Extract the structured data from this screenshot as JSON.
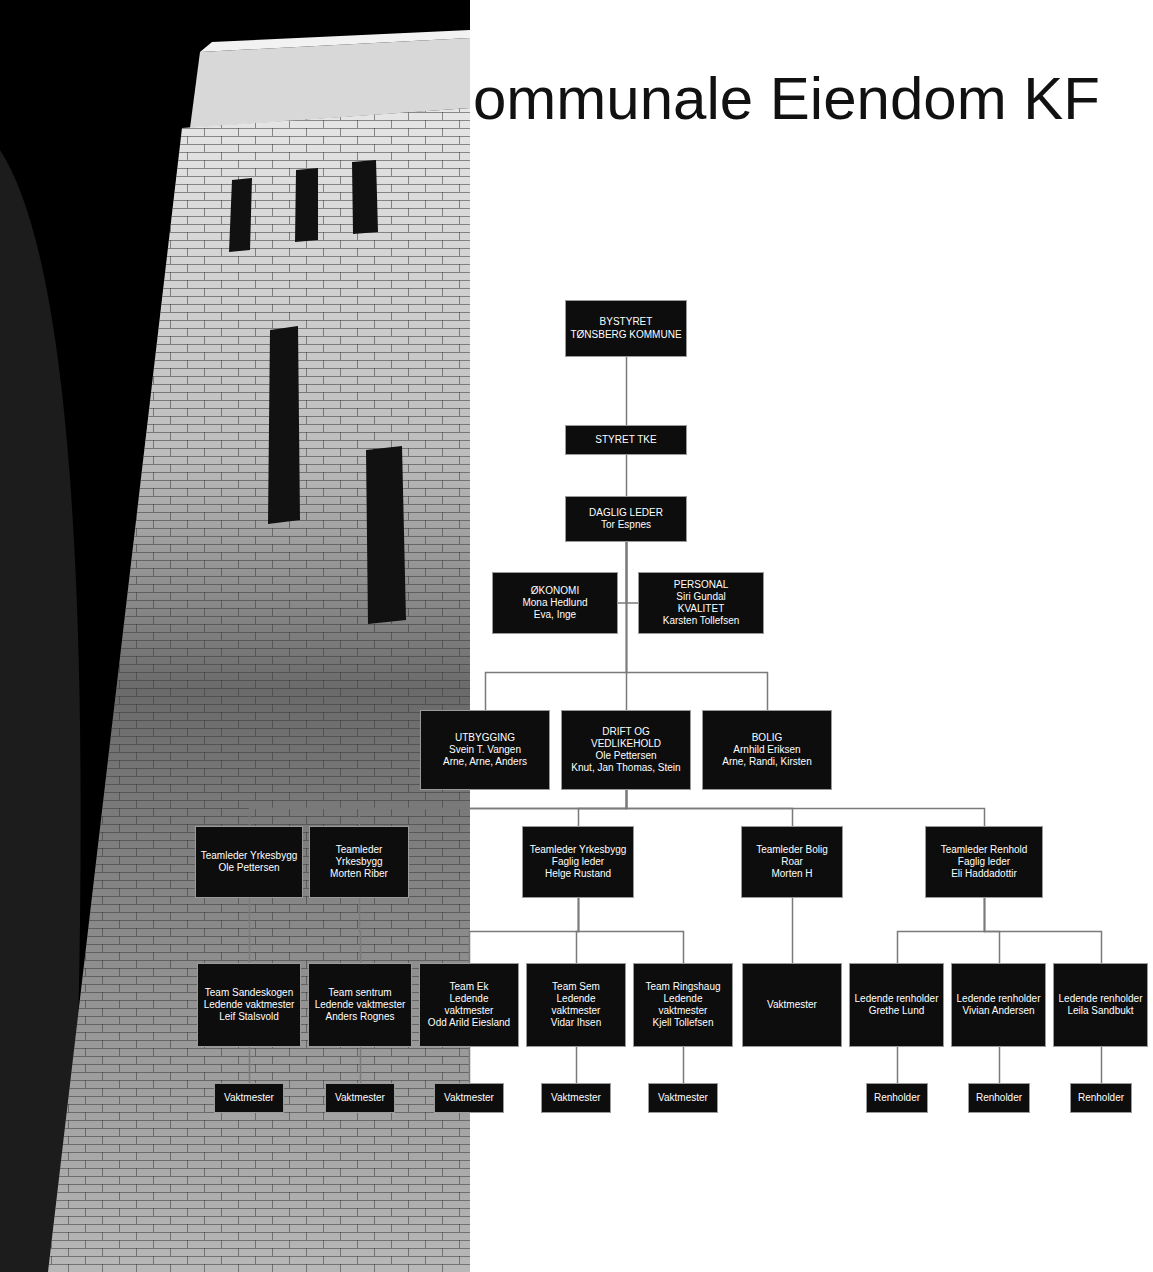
{
  "diagram": {
    "title": "ommunale Eiendom KF",
    "nodes": [
      {
        "text": [
          "BYSTYRET",
          "TØNSBERG KOMMUNE"
        ]
      },
      {
        "text": [
          "STYRET TKE"
        ]
      },
      {
        "text": [
          "DAGLIG LEDER",
          "Tor Espnes"
        ]
      },
      {
        "text": [
          "ØKONOMI",
          "Mona Hedlund",
          "Eva, Inge"
        ]
      },
      {
        "text": [
          "PERSONAL",
          "Siri Gundal",
          "KVALITET",
          "Karsten Tollefsen"
        ]
      },
      {
        "text": [
          "UTBYGGING",
          "Svein T. Vangen",
          "Arne, Arne, Anders"
        ]
      },
      {
        "text": [
          "DRIFT OG VEDLIKEHOLD",
          "Ole Pettersen",
          "Knut, Jan Thomas, Stein"
        ]
      },
      {
        "text": [
          "BOLIG",
          "Arnhild Eriksen",
          "Arne, Randi, Kirsten"
        ]
      },
      {
        "text": [
          "Teamleder Yrkesbygg",
          "Ole Pettersen"
        ]
      },
      {
        "text": [
          "Teamleder Yrkesbygg",
          "Morten Riber"
        ]
      },
      {
        "text": [
          "Teamleder Yrkesbygg",
          "Faglig leder",
          "Helge Rustand"
        ]
      },
      {
        "text": [
          "Teamleder Bolig",
          "Roar",
          "Morten H"
        ]
      },
      {
        "text": [
          "Teamleder Renhold",
          "Faglig leder",
          "Eli Haddadottir"
        ]
      },
      {
        "text": [
          "Team Sandeskogen",
          "Ledende vaktmester",
          "Leif Stalsvold"
        ]
      },
      {
        "text": [
          "Team sentrum",
          "Ledende vaktmester",
          "Anders Rognes"
        ]
      },
      {
        "text": [
          "Team Ek",
          "Ledende vaktmester",
          "Odd Arild Eiesland"
        ]
      },
      {
        "text": [
          "Team Sem",
          "Ledende vaktmester",
          "Vidar Ihsen"
        ]
      },
      {
        "text": [
          "Team Ringshaug",
          "Ledende vaktmester",
          "Kjell Tollefsen"
        ]
      },
      {
        "text": [
          "Vaktmester"
        ]
      },
      {
        "text": [
          "Ledende renholder",
          "Grethe Lund"
        ]
      },
      {
        "text": [
          "Ledende renholder",
          "Vivian Andersen"
        ]
      },
      {
        "text": [
          "Ledende renholder",
          "Leila Sandbukt"
        ]
      },
      {
        "text": [
          "Vaktmester"
        ]
      },
      {
        "text": [
          "Vaktmester"
        ]
      },
      {
        "text": [
          "Vaktmester"
        ]
      },
      {
        "text": [
          "Vaktmester"
        ]
      },
      {
        "text": [
          "Vaktmester"
        ]
      },
      {
        "text": [
          "Renholder"
        ]
      },
      {
        "text": [
          "Renholder"
        ]
      },
      {
        "text": [
          "Renholder"
        ]
      }
    ],
    "edges": [
      {
        "from": 0,
        "to": 1,
        "arrow": "none"
      },
      {
        "from": 1,
        "to": 2,
        "arrow": "none"
      },
      {
        "from": 2,
        "to": 3,
        "arrow": "none"
      },
      {
        "from": 2,
        "to": 4,
        "arrow": "none"
      },
      {
        "from": 2,
        "to": 5,
        "arrow": "none"
      },
      {
        "from": 2,
        "to": 6,
        "arrow": "none"
      },
      {
        "from": 2,
        "to": 7,
        "arrow": "none"
      },
      {
        "from": 6,
        "to": 8,
        "arrow": "none"
      },
      {
        "from": 6,
        "to": 9,
        "arrow": "none"
      },
      {
        "from": 6,
        "to": 10,
        "arrow": "none"
      },
      {
        "from": 6,
        "to": 11,
        "arrow": "none"
      },
      {
        "from": 6,
        "to": 12,
        "arrow": "none"
      },
      {
        "from": 8,
        "to": 13,
        "arrow": "none"
      },
      {
        "from": 9,
        "to": 14,
        "arrow": "none"
      },
      {
        "from": 10,
        "to": 15,
        "arrow": "none"
      },
      {
        "from": 10,
        "to": 16,
        "arrow": "none"
      },
      {
        "from": 10,
        "to": 17,
        "arrow": "none"
      },
      {
        "from": 11,
        "to": 18,
        "arrow": "none"
      },
      {
        "from": 12,
        "to": 19,
        "arrow": "none"
      },
      {
        "from": 12,
        "to": 20,
        "arrow": "none"
      },
      {
        "from": 12,
        "to": 21,
        "arrow": "none"
      },
      {
        "from": 13,
        "to": 22,
        "arrow": "none"
      },
      {
        "from": 14,
        "to": 23,
        "arrow": "none"
      },
      {
        "from": 15,
        "to": 24,
        "arrow": "none"
      },
      {
        "from": 16,
        "to": 25,
        "arrow": "none"
      },
      {
        "from": 17,
        "to": 26,
        "arrow": "none"
      },
      {
        "from": 19,
        "to": 27,
        "arrow": "none"
      },
      {
        "from": 20,
        "to": 28,
        "arrow": "none"
      },
      {
        "from": 21,
        "to": 29,
        "arrow": "none"
      }
    ]
  }
}
